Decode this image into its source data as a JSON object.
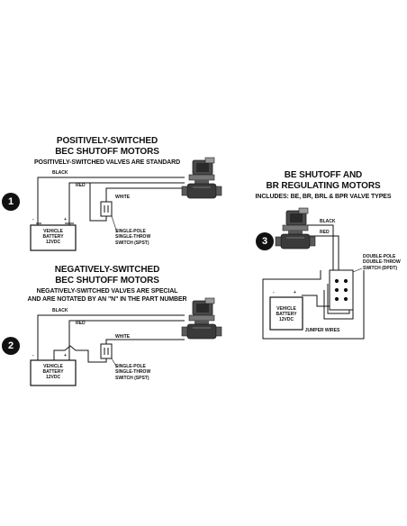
{
  "colors": {
    "ink": "#111111",
    "paper": "#ffffff",
    "valve_body": "#4a4a4a",
    "valve_dark": "#1e1e1e",
    "valve_light": "#9a9a9a"
  },
  "diagram1": {
    "number": "1",
    "title_line1": "POSITIVELY-SWITCHED",
    "title_line2": "BEC SHUTOFF MOTORS",
    "subtitle": "POSITIVELY-SWITCHED VALVES ARE STANDARD",
    "wire_black": "BLACK",
    "wire_red": "RED",
    "wire_white": "WHITE",
    "battery_line1": "VEHICLE",
    "battery_line2": "BATTERY",
    "battery_line3": "12VDC",
    "switch_line1": "SINGLE-POLE",
    "switch_line2": "SINGLE-THROW",
    "switch_line3": "SWITCH (SPST)",
    "plus": "+",
    "minus": "-"
  },
  "diagram2": {
    "number": "2",
    "title_line1": "NEGATIVELY-SWITCHED",
    "title_line2": "BEC SHUTOFF MOTORS",
    "subtitle_line1": "NEGATIVELY-SWITCHED VALVES ARE SPECIAL",
    "subtitle_line2": "AND ARE NOTATED BY AN \"N\" IN THE PART NUMBER",
    "wire_black": "BLACK",
    "wire_red": "RED",
    "wire_white": "WHITE",
    "battery_line1": "VEHICLE",
    "battery_line2": "BATTERY",
    "battery_line3": "12VDC",
    "switch_line1": "SINGLE-POLE",
    "switch_line2": "SINGLE-THROW",
    "switch_line3": "SWITCH (SPST)",
    "plus": "+",
    "minus": "-"
  },
  "diagram3": {
    "number": "3",
    "title_line1": "BE SHUTOFF AND",
    "title_line2": "BR REGULATING MOTORS",
    "subtitle": "INCLUDES: BE, BR, BRL & BPR VALVE TYPES",
    "wire_black": "BLACK",
    "wire_red": "RED",
    "battery_line1": "VEHICLE",
    "battery_line2": "BATTERY",
    "battery_line3": "12VDC",
    "switch_line1": "DOUBLE-POLE",
    "switch_line2": "DOUBLE-THROW",
    "switch_line3": "SWITCH (DPDT)",
    "jumper": "JUMPER WIRES",
    "plus": "+",
    "minus": "-"
  }
}
